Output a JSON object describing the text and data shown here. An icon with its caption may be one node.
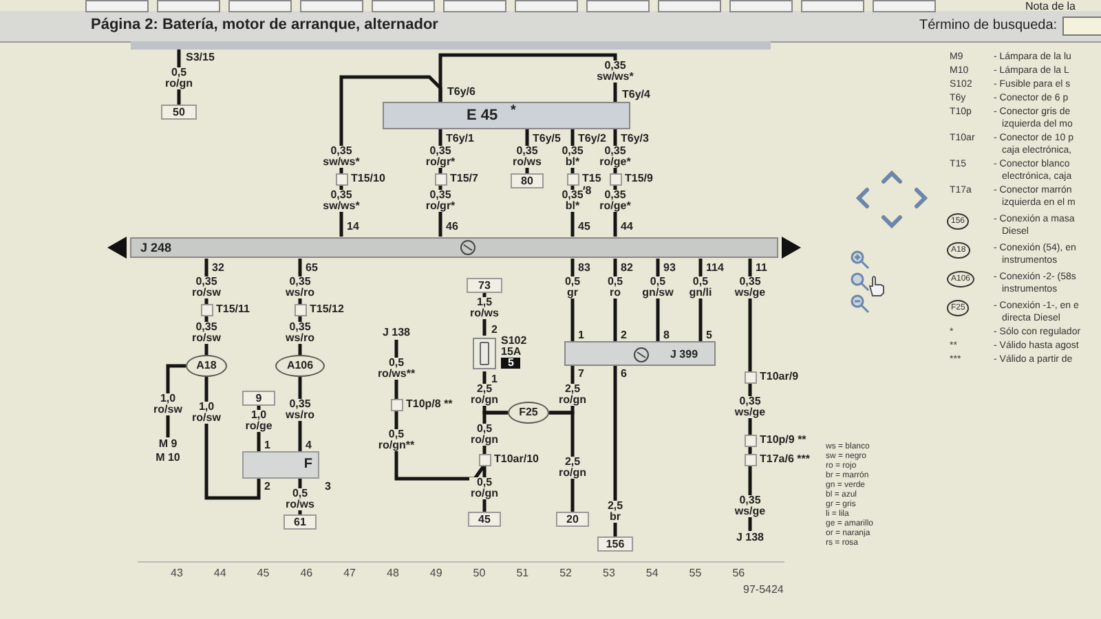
{
  "diagram": {
    "title": "Página 2: Batería, motor de arranque, alternador",
    "nodes": [
      {
        "text": [
          "50"
        ]
      },
      {
        "text": [
          "E 45",
          "*"
        ]
      },
      {
        "text": [
          "T15/10"
        ]
      },
      {
        "text": [
          "T15/7"
        ]
      },
      {
        "text": [
          "80"
        ]
      },
      {
        "text": [
          "T15 /8"
        ]
      },
      {
        "text": [
          "T15/9"
        ]
      },
      {
        "text": [
          "J 248"
        ]
      },
      {
        "text": [
          "T15/11"
        ]
      },
      {
        "text": [
          "T15/12"
        ]
      },
      {
        "text": [
          "A18"
        ]
      },
      {
        "text": [
          "A106"
        ]
      },
      {
        "text": [
          "M 9",
          "M 10"
        ]
      },
      {
        "text": [
          "9"
        ]
      },
      {
        "text": [
          "F"
        ]
      },
      {
        "text": [
          "61"
        ]
      },
      {
        "text": [
          "J 138"
        ]
      },
      {
        "text": [
          "T10p/8 **"
        ]
      },
      {
        "text": [
          "73"
        ]
      },
      {
        "text": [
          "S102",
          "15A",
          "5"
        ]
      },
      {
        "text": [
          "F25"
        ]
      },
      {
        "text": [
          "T10ar/10"
        ]
      },
      {
        "text": [
          "45"
        ]
      },
      {
        "text": [
          "20"
        ]
      },
      {
        "text": [
          "J 399"
        ]
      },
      {
        "text": [
          "156"
        ]
      },
      {
        "text": [
          "T10ar/9"
        ]
      },
      {
        "text": [
          "T10p/9 **"
        ]
      },
      {
        "text": [
          "T17a/6 ***"
        ]
      },
      {
        "text": [
          "J 138"
        ]
      },
      {
        "text": [],
        "shape": "bar"
      }
    ],
    "edges": [
      {
        "from": 30,
        "to": 0,
        "arrow": "none",
        "label": "0,5 ro/gn"
      },
      {
        "from": 1,
        "to": 2,
        "arrow": "none",
        "label": "0,35 sw/ws*"
      },
      {
        "from": 1,
        "to": 1,
        "arrow": "none",
        "label": "0,35 sw/ws*"
      },
      {
        "from": 2,
        "to": 7,
        "arrow": "none",
        "label": "0,35 sw/ws*"
      },
      {
        "from": 1,
        "to": 3,
        "arrow": "none",
        "label": "0,35 ro/gr*"
      },
      {
        "from": 3,
        "to": 7,
        "arrow": "none",
        "label": "0,35 ro/gr*"
      },
      {
        "from": 1,
        "to": 4,
        "arrow": "none",
        "label": "0,35 ro/ws"
      },
      {
        "from": 1,
        "to": 5,
        "arrow": "none",
        "label": "0,35 bl*"
      },
      {
        "from": 5,
        "to": 7,
        "arrow": "none",
        "label": "0,35 bl*"
      },
      {
        "from": 1,
        "to": 6,
        "arrow": "none",
        "label": "0,35 ro/ge*"
      },
      {
        "from": 6,
        "to": 7,
        "arrow": "none",
        "label": "0,35 ro/ge*"
      },
      {
        "from": 7,
        "to": 8,
        "arrow": "none",
        "label": "0,35 ro/sw"
      },
      {
        "from": 8,
        "to": 10,
        "arrow": "none",
        "label": "0,35 ro/sw"
      },
      {
        "from": 10,
        "to": 12,
        "arrow": "none",
        "label": "1,0 ro/sw"
      },
      {
        "from": 10,
        "to": 14,
        "arrow": "none",
        "label": "1,0 ro/sw"
      },
      {
        "from": 7,
        "to": 9,
        "arrow": "none",
        "label": "0,35 ws/ro"
      },
      {
        "from": 9,
        "to": 11,
        "arrow": "none",
        "label": "0,35 ws/ro"
      },
      {
        "from": 11,
        "to": 14,
        "arrow": "none",
        "label": "0,35 ws/ro"
      },
      {
        "from": 13,
        "to": 14,
        "arrow": "none",
        "label": "1,0 ro/ge"
      },
      {
        "from": 14,
        "to": 15,
        "arrow": "none",
        "label": "0,5 ro/ws"
      },
      {
        "from": 16,
        "to": 17,
        "arrow": "none",
        "label": "0,5 ro/ws**"
      },
      {
        "from": 17,
        "to": 21,
        "arrow": "none",
        "label": "0,5 ro/gn**"
      },
      {
        "from": 18,
        "to": 19,
        "arrow": "none",
        "label": "1,5 ro/ws"
      },
      {
        "from": 19,
        "to": 20,
        "arrow": "none",
        "label": "2,5 ro/gn"
      },
      {
        "from": 20,
        "to": 21,
        "arrow": "none",
        "label": "0,5 ro/gn"
      },
      {
        "from": 21,
        "to": 22,
        "arrow": "none",
        "label": "0,5 ro/gn"
      },
      {
        "from": 7,
        "to": 24,
        "arrow": "none",
        "label": "0,5 gr"
      },
      {
        "from": 7,
        "to": 24,
        "arrow": "none",
        "label": "0,5 ro"
      },
      {
        "from": 7,
        "to": 24,
        "arrow": "none",
        "label": "0,5 gn/sw"
      },
      {
        "from": 7,
        "to": 24,
        "arrow": "none",
        "label": "0,5 gn/li"
      },
      {
        "from": 24,
        "to": 20,
        "arrow": "none",
        "label": "2,5 ro/gn"
      },
      {
        "from": 20,
        "to": 23,
        "arrow": "none",
        "label": "2,5 ro/gn"
      },
      {
        "from": 24,
        "to": 25,
        "arrow": "none",
        "label": "2,5 br"
      },
      {
        "from": 7,
        "to": 26,
        "arrow": "none",
        "label": "0,35 ws/ge"
      },
      {
        "from": 26,
        "to": 27,
        "arrow": "none",
        "label": "0,35 ws/ge"
      },
      {
        "from": 27,
        "to": 28,
        "arrow": "none"
      },
      {
        "from": 28,
        "to": 29,
        "arrow": "none",
        "label": "0,35 ws/ge"
      }
    ],
    "labels": [
      "S3/15",
      "T6y/6",
      "T6y/4",
      "T6y/1",
      "T6y/5",
      "T6y/2",
      "T6y/3",
      "14",
      "46",
      "45",
      "44",
      "32",
      "65",
      "83",
      "82",
      "93",
      "114",
      "11",
      "2",
      "1",
      "1",
      "2",
      "8",
      "5",
      "7",
      "6",
      "1",
      "4",
      "2",
      "3",
      "43",
      "44",
      "45",
      "46",
      "47",
      "48",
      "49",
      "50",
      "51",
      "52",
      "53",
      "54",
      "55",
      "56",
      "97-5424",
      "Término de busqueda:",
      "Nota de la",
      "M9",
      "- Lámpara de la lu",
      "M10",
      "- Lámpara de la L",
      "S102",
      "- Fusible para el s",
      "T6y",
      "- Conector de 6 p",
      "T10p",
      "- Conector gris de",
      "izquierda del mo",
      "T10ar",
      "- Conector de 10 p",
      "caja electrónica,",
      "T15",
      "- Conector blanco",
      "electrónica, caja",
      "T17a",
      "- Conector marrón",
      "izquierda en el m",
      "156",
      "- Conexión a masa",
      "Diesel",
      "A18",
      "- Conexión (54), en",
      "instrumentos",
      "A106",
      "- Conexión -2- (58s",
      "instrumentos",
      "F25",
      "- Conexión -1-, en e",
      "directa Diesel",
      "*",
      "- Sólo con regulador",
      "**",
      "- Válido hasta agost",
      "***",
      "- Válido a partir de",
      "ws = blanco",
      "sw = negro",
      "ro = rojo",
      "br = marrón",
      "gn = verde",
      "bl = azul",
      "gr = gris",
      "li = lila",
      "ge = amarillo",
      "or = naranja",
      "rs = rosa"
    ]
  }
}
